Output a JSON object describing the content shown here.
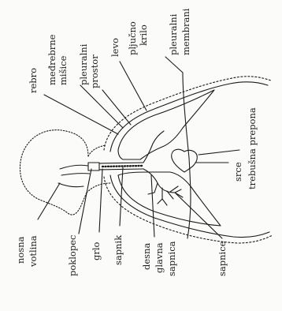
{
  "labels": {
    "rebro": "rebro",
    "medrebrne_1": "međrebrne",
    "medrebrne_2": "mišice",
    "pleuralni_prostor_1": "pleuralni",
    "pleuralni_prostor_2": "prostor",
    "levo_krilo_1": "levo",
    "levo_krilo_2": "pljučno",
    "levo_krilo_3": "krilo",
    "pleuralni_membrani_1": "pleuralni",
    "pleuralni_membrani_2": "membrani",
    "trebusna_prepona": "trebušna prepona",
    "srce": "srce",
    "nosna_votlina_1": "nosna",
    "nosna_votlina_2": "votlina",
    "poklopec": "poklopec",
    "grlo": "grlo",
    "sapnik": "sapnik",
    "desna_glavna_sapnica_1": "desna",
    "desna_glavna_sapnica_2": "glavna",
    "desna_glavna_sapnica_3": "sapnica",
    "sapnice": "sapnice"
  },
  "colors": {
    "ink": "#1b1b1b",
    "paper": "#fbfbfa"
  }
}
